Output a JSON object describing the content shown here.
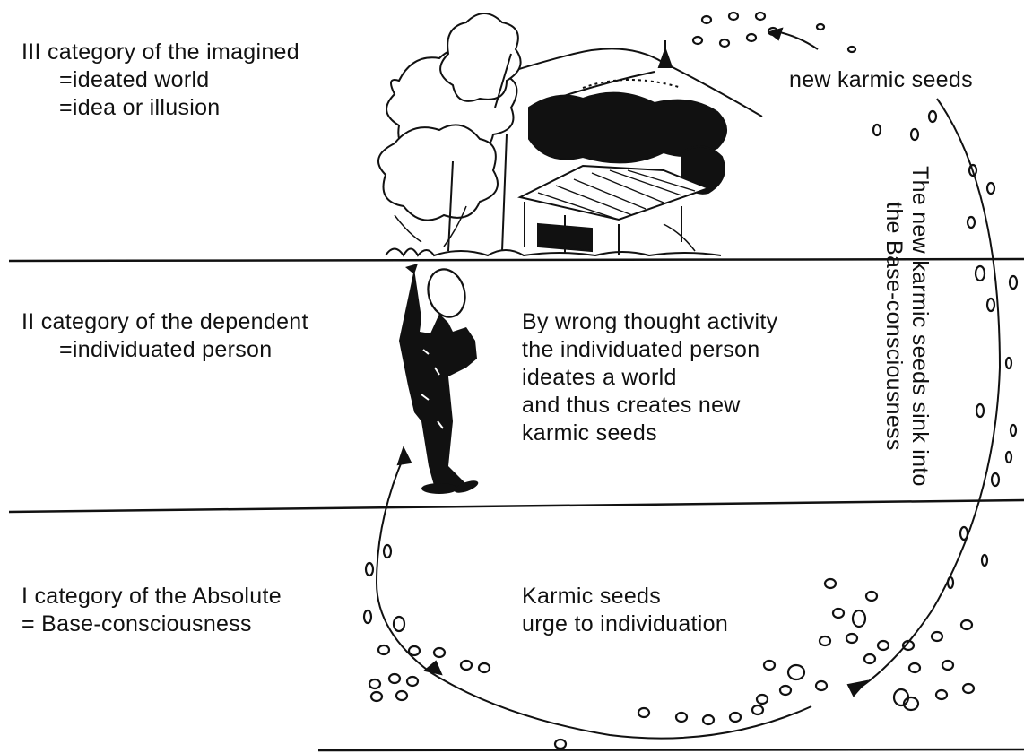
{
  "colors": {
    "ink": "#111111",
    "background": "#ffffff"
  },
  "categories": {
    "imagined": {
      "title": "III category of the imagined",
      "lines": [
        "=ideated world",
        "=idea or illusion"
      ]
    },
    "dependent": {
      "title": "II category of the dependent",
      "lines": [
        "=individuated person"
      ]
    },
    "absolute": {
      "title": "I category of the Absolute",
      "lines": [
        "= Base-consciousness"
      ]
    }
  },
  "labels": {
    "new_seeds": "new karmic seeds",
    "sink_line1": "The new karmic seeds sink into",
    "sink_line2": "the Base-consciousness",
    "thought_activity": [
      "By wrong thought activity",
      "the individuated person",
      "ideates a world",
      "and thus creates new",
      "karmic seeds"
    ],
    "urge": [
      "Karmic seeds",
      "urge to individuation"
    ]
  },
  "icons": [
    "landscape-illustration",
    "person-figure",
    "karmic-seed-icon",
    "cycle-arrow-icon"
  ]
}
